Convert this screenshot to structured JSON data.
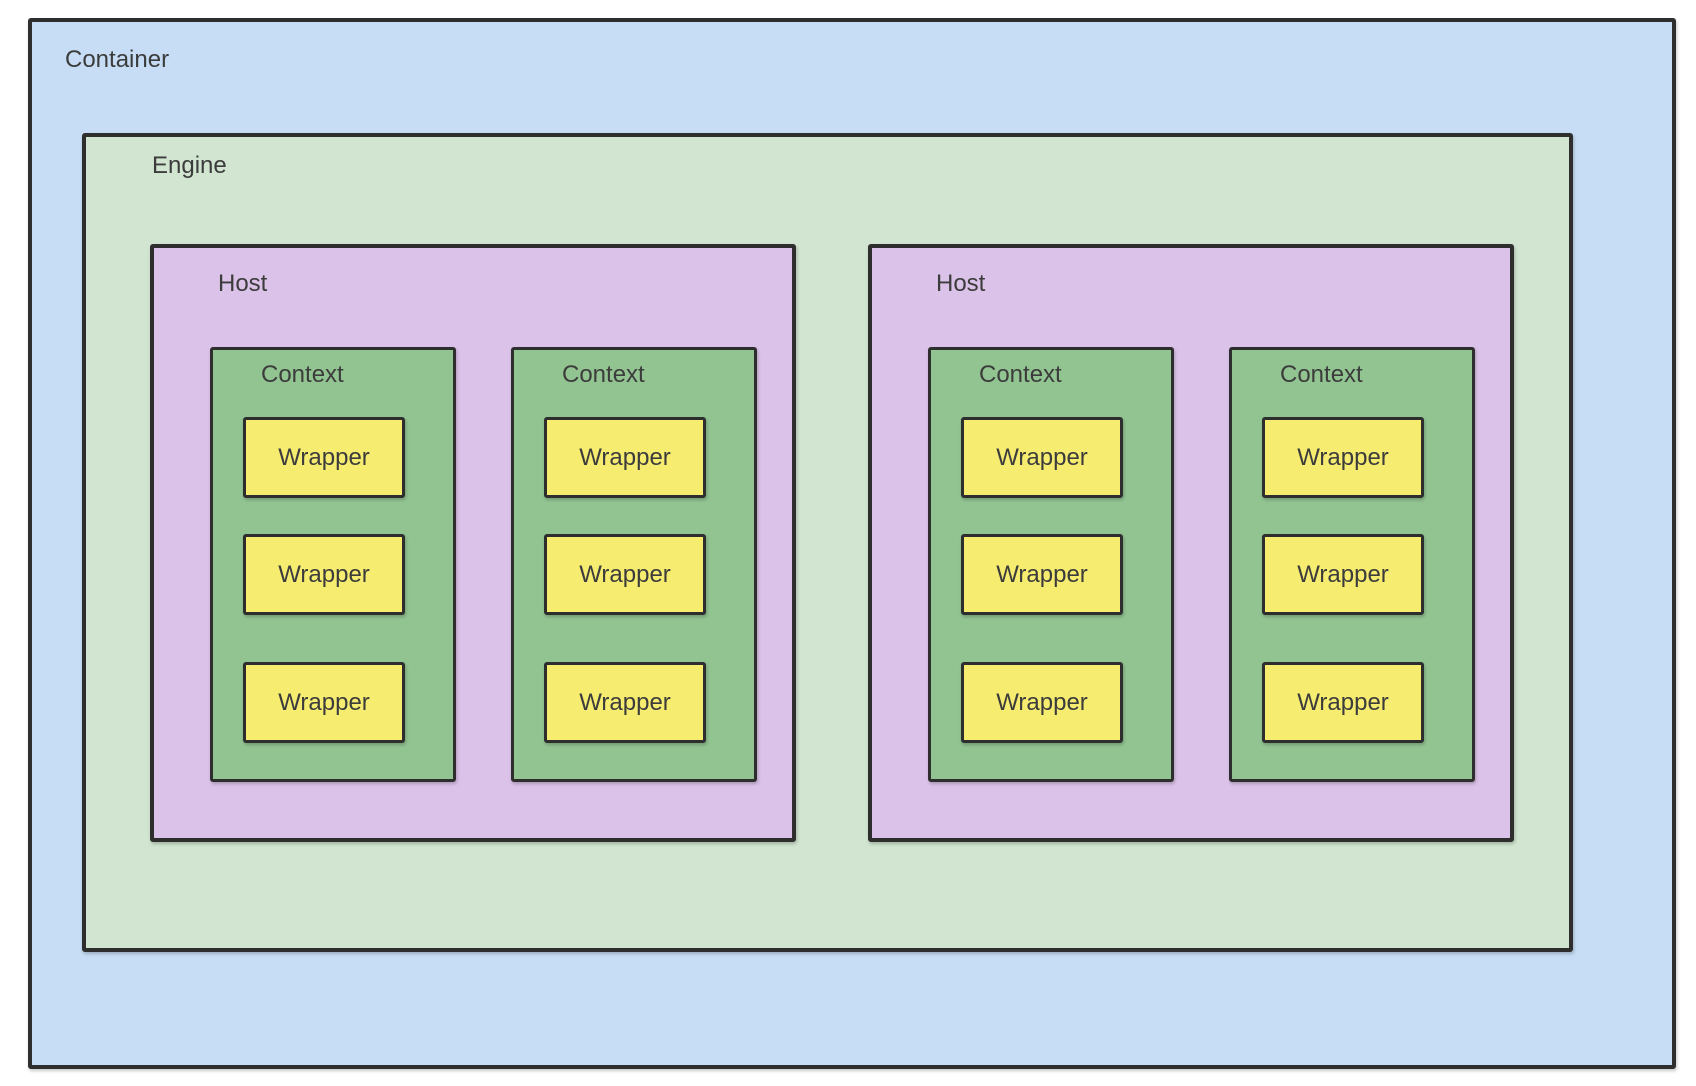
{
  "container": {
    "label": "Container",
    "engine": {
      "label": "Engine",
      "hosts": [
        {
          "label": "Host",
          "contexts": [
            {
              "label": "Context",
              "wrappers": [
                {
                  "label": "Wrapper"
                },
                {
                  "label": "Wrapper"
                },
                {
                  "label": "Wrapper"
                }
              ]
            },
            {
              "label": "Context",
              "wrappers": [
                {
                  "label": "Wrapper"
                },
                {
                  "label": "Wrapper"
                },
                {
                  "label": "Wrapper"
                }
              ]
            }
          ]
        },
        {
          "label": "Host",
          "contexts": [
            {
              "label": "Context",
              "wrappers": [
                {
                  "label": "Wrapper"
                },
                {
                  "label": "Wrapper"
                },
                {
                  "label": "Wrapper"
                }
              ]
            },
            {
              "label": "Context",
              "wrappers": [
                {
                  "label": "Wrapper"
                },
                {
                  "label": "Wrapper"
                },
                {
                  "label": "Wrapper"
                }
              ]
            }
          ]
        }
      ]
    }
  },
  "colors": {
    "container_fill": "#c6ddf5",
    "engine_fill": "#d1e5d0",
    "host_fill": "#dbc2e9",
    "context_fill": "#92c492",
    "wrapper_fill": "#f6ec70",
    "border": "#2e2e2e",
    "text": "#3c3c3c",
    "page_background": "#ffffff"
  }
}
